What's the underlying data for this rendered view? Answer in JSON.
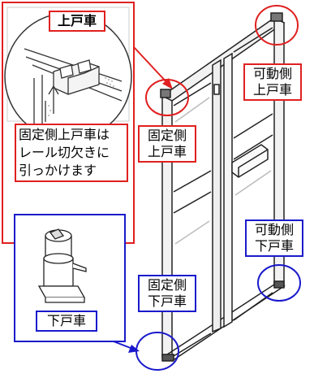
{
  "labels": {
    "upper_roller_title": "上戸車",
    "fixed_side_note": "固定側上戸車は\nレール切欠きに\n引っかけます",
    "fixed_side_upper": "固定側\n上戸車",
    "movable_side_upper": "可動側\n上戸車",
    "movable_side_lower": "可動側\n下戸車",
    "fixed_side_lower": "固定側\n下戸車",
    "lower_roller_title": "下戸車"
  },
  "colors": {
    "upper_callout": "#e02020",
    "lower_callout": "#1a1acc",
    "frame": "#222222"
  }
}
